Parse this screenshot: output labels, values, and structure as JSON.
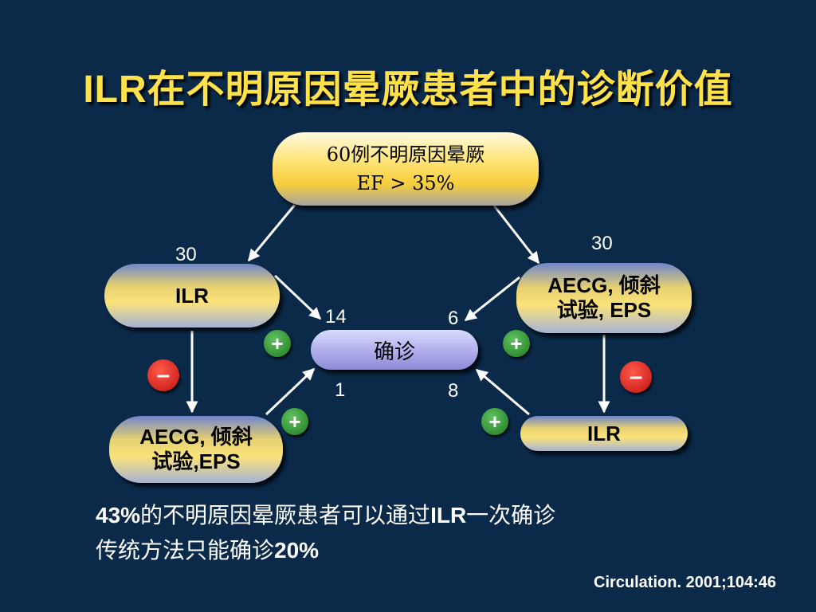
{
  "title": "ILR在不明原因晕厥患者中的诊断价值",
  "top_box": {
    "line1": "60例不明原因晕厥",
    "line2": "EF > 35%"
  },
  "left_top_box": "ILR",
  "right_top_box": {
    "line1": "AECG, 倾斜",
    "line2": "试验, EPS"
  },
  "center_box": "确诊",
  "left_bottom_box": {
    "line1": "AECG, 倾斜",
    "line2": "试验,EPS"
  },
  "right_bottom_box": "ILR",
  "numbers": {
    "left_group": "30",
    "right_group": "30",
    "left_diagnosed": "14",
    "right_diagnosed": "6",
    "left_bottom_diagnosed": "1",
    "right_bottom_diagnosed": "8"
  },
  "badges": {
    "plus": "+",
    "minus": "–"
  },
  "conclusion": {
    "line1_pct": "43%",
    "line1_mid": "的不明原因晕厥患者可以通过",
    "line1_ilr": "ILR",
    "line1_end": "一次确诊",
    "line2_text": "传统方法只能确诊",
    "line2_pct": "20%"
  },
  "citation": "Circulation. 2001;104:46",
  "colors": {
    "background": "#0b2a4a",
    "title": "#ffe14a",
    "arrow": "#ffffff",
    "plus_badge": "#2e9a2e",
    "minus_badge": "#e02020"
  }
}
